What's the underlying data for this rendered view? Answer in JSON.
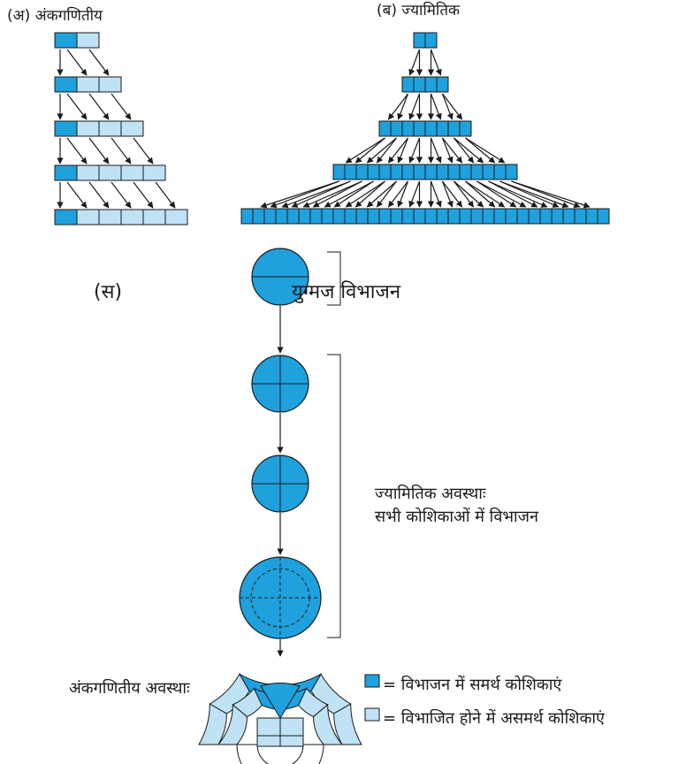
{
  "panel_a": {
    "label": "(अ) अंकगणितीय"
  },
  "panel_b": {
    "label": "(ब) ज्यामितिक"
  },
  "panel_c": {
    "label": "(स)",
    "zygote_label": "युग्मज विभाजन",
    "geometric_stage_line1": "ज्यामितिक अवस्थाः",
    "geometric_stage_line2": "सभी कोशिकाओं में विभाजन",
    "arithmetic_stage": "अंकगणितीय अवस्थाः"
  },
  "legend": {
    "dividing": "= विभाजन में समर्थ कोशिकाएं",
    "non_dividing": "= विभाजित होने में असमर्थ कोशिकाएं"
  },
  "colors": {
    "dividing_cell": "#1ea1dc",
    "non_dividing_cell": "#bfe2f5",
    "outline": "#1a1a1a"
  }
}
